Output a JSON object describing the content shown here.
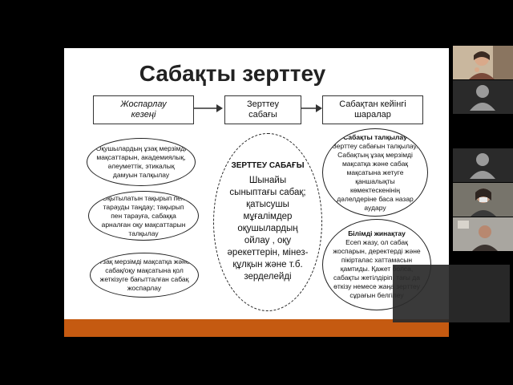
{
  "slide": {
    "title": "Сабақты зерттеу",
    "top_boxes": [
      {
        "line1": "Жоспарлау",
        "line2": "кезеңі"
      },
      {
        "line1": "Зерттеу",
        "line2": "сабағы"
      },
      {
        "line1": "Сабақтан кейінгі",
        "line2": "шаралар"
      }
    ],
    "left_ovals": [
      "Оқушылардың ұзақ мерзімді мақсаттарын, академиялық, әлеуметтік, этикалық дамуын талқылау",
      "Оқытылатын тақырып пен тарауды таңдау; тақырып пен тарауға, сабаққа арналған оқу мақсаттарын талқылау",
      "Ұзақ мерзімді мақсатқа және сабақ/оқу мақсатына қол жеткізуге бағытталған сабақ жоспарлау"
    ],
    "center": {
      "title": "ЗЕРТТЕУ САБАҒЫ",
      "body": "Шынайы сыныптағы сабақ; қатысушы мұғалімдер оқушылардың ойлау , оқу әрекеттерін, мінез-құлқын және т.б. зерделейді"
    },
    "right_ovals": [
      {
        "title": "Сабақты талқылау",
        "body": "Зерттеу сабағын талқылау. Сабақтың ұзақ мерзімді мақсатқа және сабақ мақсатына жетуге қаншалықты көмектескенінің дәлелдеріне баса назар аудару"
      },
      {
        "title": "Білімді жинақтау",
        "body": "Есеп жазу, ол сабақ жоспарын, деректерді және пікірталас хаттамасын қамтиды. Қажет болса, сабақты жетілдіріп, тағы да өткізу немесе жаңа зерттеу сұрағын белгілеу"
      }
    ]
  },
  "colors": {
    "footer": "#c55a11",
    "background": "#000000",
    "webcam_bg": "#2a2a2a"
  },
  "webcams": [
    "participant-1",
    "participant-2",
    "participant-3",
    "participant-4",
    "participant-5"
  ]
}
